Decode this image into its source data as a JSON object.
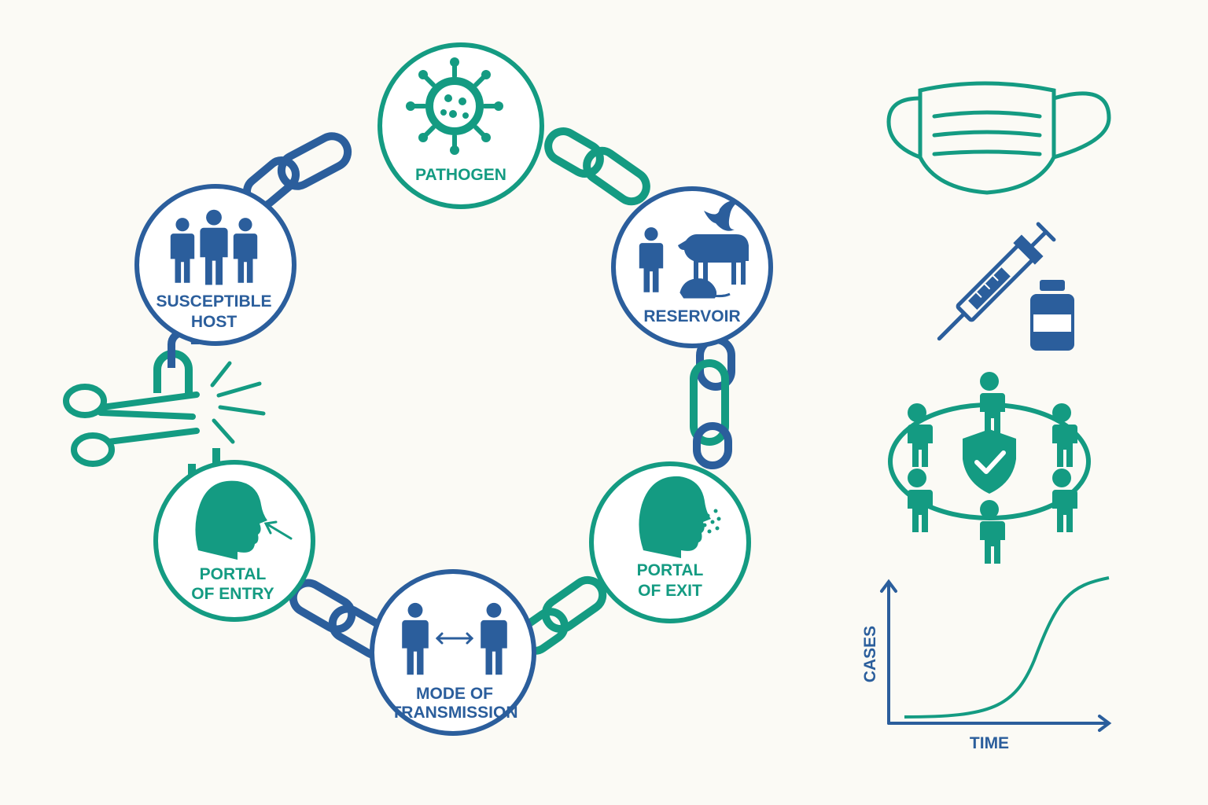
{
  "colors": {
    "teal": "#149b82",
    "blue": "#2b5e9c",
    "background": "#fbfaf5"
  },
  "chain": {
    "pathogen": {
      "label": "PATHOGEN",
      "icon": "virus-icon"
    },
    "reservoir": {
      "label": "RESERVOIR",
      "icon": "person-animals-icon"
    },
    "portal_exit": {
      "label_line1": "PORTAL",
      "label_line2": "OF EXIT",
      "icon": "head-exhaling-icon"
    },
    "transmission": {
      "label_line1": "MODE OF",
      "label_line2": "TRANSMISSION",
      "icon": "people-arrow-icon"
    },
    "portal_entry": {
      "label_line1": "PORTAL",
      "label_line2": "OF ENTRY",
      "icon": "head-inhaling-icon"
    },
    "host": {
      "label_line1": "SUSCEPTIBLE",
      "label_line2": "HOST",
      "icon": "people-group-icon"
    },
    "break_icon": "scissors-icon"
  },
  "interventions": [
    {
      "icon": "face-mask-icon"
    },
    {
      "icon": "syringe-vial-icon"
    },
    {
      "icon": "community-shield-icon"
    },
    {
      "icon": "epidemic-curve-icon"
    }
  ],
  "curve": {
    "ylabel": "CASES",
    "xlabel": "TIME"
  }
}
